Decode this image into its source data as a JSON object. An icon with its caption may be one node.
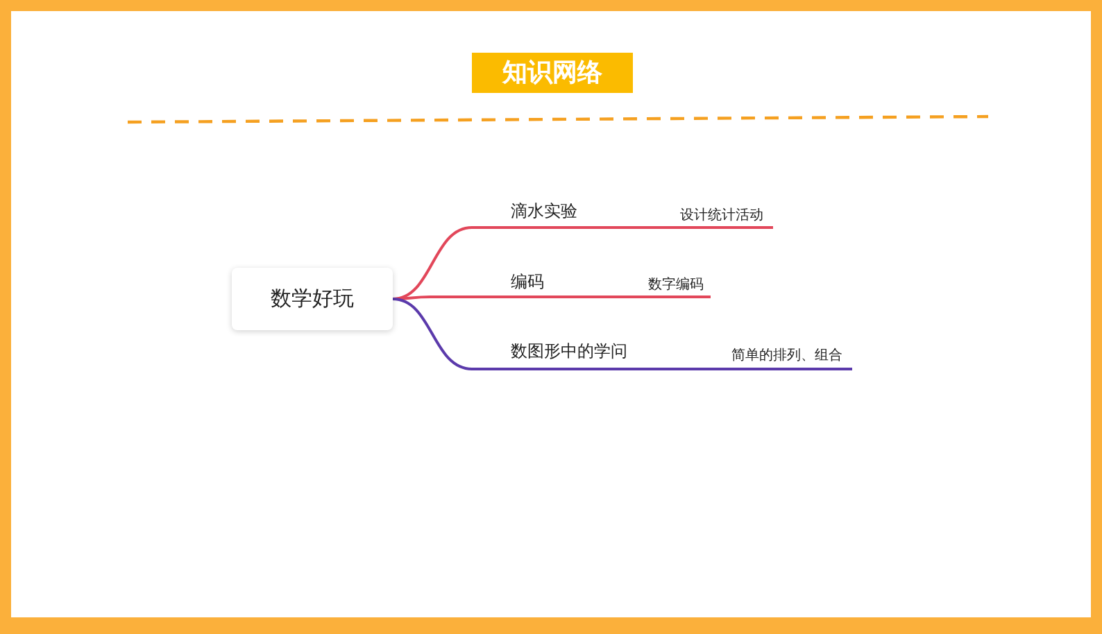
{
  "diagram": {
    "title": "知识网络",
    "nodes": [
      {
        "text": [
          "数学好玩"
        ]
      },
      {
        "text": [
          "滴水实验"
        ]
      },
      {
        "text": [
          "编码"
        ]
      },
      {
        "text": [
          "数图形中的学问"
        ]
      },
      {
        "text": [
          "设计统计活动"
        ]
      },
      {
        "text": [
          "数字编码"
        ]
      },
      {
        "text": [
          "简单的排列、组合"
        ]
      }
    ],
    "edges": [
      {
        "from": 0,
        "to": 1,
        "arrow": "none"
      },
      {
        "from": 0,
        "to": 2,
        "arrow": "none"
      },
      {
        "from": 0,
        "to": 3,
        "arrow": "none",
        "color": "#5b3aab"
      },
      {
        "from": 1,
        "to": 4,
        "arrow": "none"
      },
      {
        "from": 2,
        "to": 5,
        "arrow": "none"
      },
      {
        "from": 3,
        "to": 6,
        "arrow": "none",
        "color": "#5b3aab"
      }
    ]
  }
}
